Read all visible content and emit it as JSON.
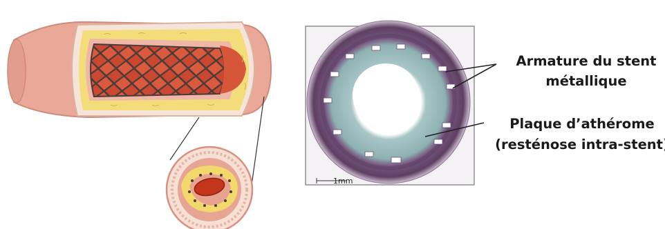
{
  "labels": {
    "stent_frame_line1": "Armature du stent",
    "stent_frame_line2": "métallique",
    "plaque_line1": "Plaque d’athérome",
    "plaque_line2": "(resténose intra-stent)",
    "scale_bar": "1mm"
  },
  "colors": {
    "vessel_wall": "#e9a898",
    "vessel_dark": "#d88a78",
    "fat_layer": "#f3dd7a",
    "stent_mesh": "#5a4a4a",
    "blood": "#c43a1e",
    "histo_tissue": "#6f4d72",
    "histo_plaque": "#8fb3b4"
  },
  "icons": [
    "stented-artery-illustration",
    "artery-cross-section-icon",
    "histology-micrograph"
  ]
}
